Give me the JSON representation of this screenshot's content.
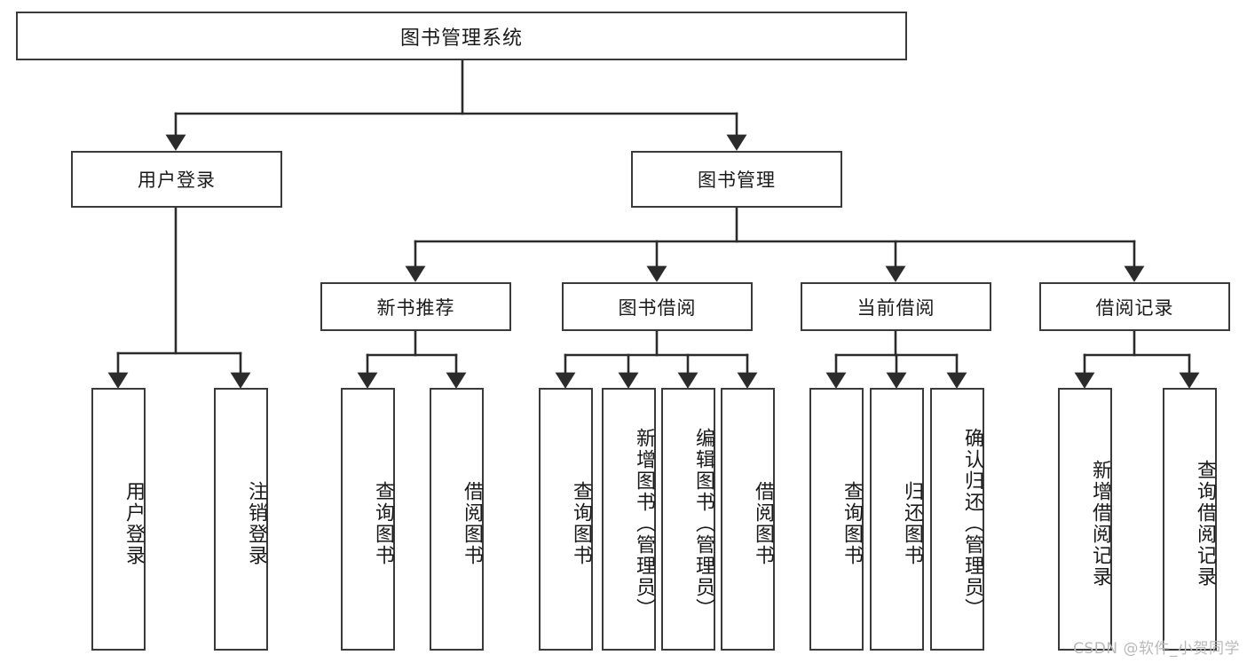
{
  "diagram": {
    "type": "tree",
    "title": "图书管理系统",
    "watermark": "CSDN @软件_小贺同学",
    "colors": {
      "background": "#ffffff",
      "box_border": "#3a3a3a",
      "line": "#2b2b2b",
      "text": "#1a1a1a",
      "watermark": "#b9b9b9"
    },
    "nodes": {
      "root": {
        "label": "图书管理系统"
      },
      "tier2": [
        {
          "label": "用户登录"
        },
        {
          "label": "图书管理"
        }
      ],
      "tier3": [
        {
          "label": "新书推荐"
        },
        {
          "label": "图书借阅"
        },
        {
          "label": "当前借阅"
        },
        {
          "label": "借阅记录"
        }
      ],
      "leaves": [
        {
          "label": "用户登录"
        },
        {
          "label": "注销登录"
        },
        {
          "label": "查询图书"
        },
        {
          "label": "借阅图书"
        },
        {
          "label": "查询图书"
        },
        {
          "label": "新增图书（管理员）"
        },
        {
          "label": "编辑图书（管理员）"
        },
        {
          "label": "借阅图书"
        },
        {
          "label": "查询图书"
        },
        {
          "label": "归还图书"
        },
        {
          "label": "确认归还（管理员）"
        },
        {
          "label": "新增借阅记录"
        },
        {
          "label": "查询借阅记录"
        }
      ],
      "leaf_extra": {
        "label": "查询借阅记录"
      }
    }
  }
}
